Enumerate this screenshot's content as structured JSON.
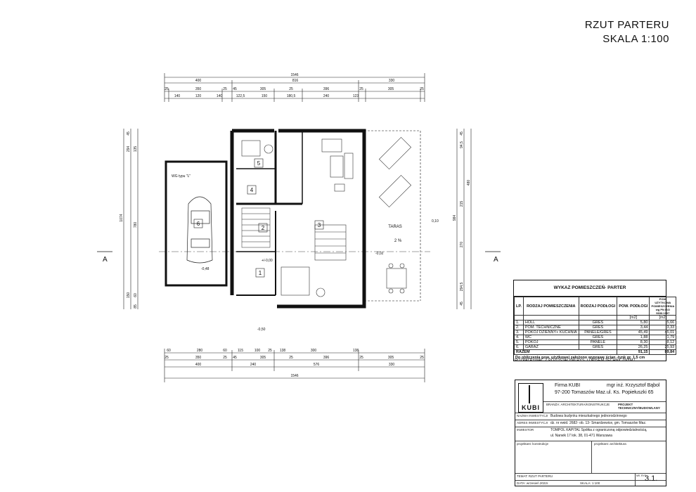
{
  "sheet_title": {
    "line1": "RZUT PARTERU",
    "line2": "SKALA 1:100"
  },
  "section_marker": "A",
  "dims_top": {
    "overall": "1546",
    "row2": [
      "400",
      "816",
      "330"
    ],
    "row3": [
      "25",
      "350",
      "25",
      "45",
      "305",
      "25",
      "396",
      "25",
      "305",
      "25"
    ],
    "row4": [
      "140",
      "120",
      "140",
      "122,5",
      "150",
      "180,5",
      "240",
      "123"
    ]
  },
  "dims_bottom": {
    "row1": [
      "60",
      "280",
      "60",
      "115",
      "100",
      "25",
      "138",
      "300",
      "138"
    ],
    "row2": [
      "25",
      "350",
      "25",
      "45",
      "305",
      "25",
      "396",
      "25",
      "305",
      "25"
    ],
    "row3": [
      "400",
      "240",
      "576",
      "330"
    ],
    "overall": "1546"
  },
  "dims_left": [
    "45",
    "135",
    "294",
    "1074",
    "780",
    "150",
    "60",
    "85"
  ],
  "dims_right": [
    "45",
    "94,5",
    "480",
    "984",
    "215",
    "270",
    "294,5",
    "45"
  ],
  "rooms_plan": {
    "r1": "1",
    "r2": "2",
    "r3": "3",
    "r4": "4",
    "r5": "5",
    "r6": "6",
    "taras": "TARAS",
    "slope": "2 %",
    "wg": "WG typu \"L\"",
    "lvl0": "+/-0,00",
    "lvl1": "-0,50",
    "lvl2": "-0,02",
    "lvl3": "-0,48",
    "lvl4": "0,10"
  },
  "room_table": {
    "caption": "WYKAZ POMIESZCZEŃ- PARTER",
    "headers": [
      "LP.",
      "RODZAJ POMIESZCZENIA",
      "RODZAJ PODŁOGI",
      "POW. PODŁOGI",
      "POW. UŻYTKOWA POMIESZCZENIA wg PN ISO 9836:1997"
    ],
    "units": [
      "[m2]",
      "[m2]"
    ],
    "rows": [
      [
        "1.",
        "HOLL",
        "GRES",
        "5,80",
        "5,66"
      ],
      [
        "2.",
        "POM. TECHNICZNE",
        "GRES",
        "3,44",
        "3,33"
      ],
      [
        "3.",
        "POKÓJ DZIENNY+ KUCHNIA",
        "PANELE/GRES",
        "45,49",
        "45,01"
      ],
      [
        "4.",
        "WC",
        "GRES",
        "1,88",
        "1,79"
      ],
      [
        "5.",
        "POKÓJ",
        "PANELE",
        "8,30",
        "8,12"
      ],
      [
        "6.",
        "GARAŻ",
        "GRES",
        "26,25",
        "25,93"
      ]
    ],
    "total_label": "RAZEM",
    "total_floor": "91,15",
    "total_usable": "89,84",
    "note": "Do obliczenia pow. użytkowej założono wyprawę ścian -tynk gr. 1,5 cm"
  },
  "stamp_note": "ROZPATRYWAĆ Z POZOSTAŁYMI RYS. I OPISEM TECHNICZNYM !",
  "title_card": {
    "firm_line1": "Firma KUBI",
    "firm_line2": "97-200 Tomaszów Maz.",
    "author_line1": "mgr inż. Krzysztof Bąbol",
    "author_line2": "ul. Ks. Popiełuszki 65",
    "logo_text": "KUBI",
    "branch_label": "BRANŻA: ARCHITEKTURA/KONSTRUKCJE",
    "project_label": "PROJEKT TECHNICZNY/BUDOWLANY",
    "inv_name_label": "NAZWA INWESTYCJI",
    "inv_name": "Budowa budynku mieszkalnego jednorodzinnego",
    "inv_addr_label": "ADRES INWESTYCJI",
    "inv_addr": "dz. nr ewid. 2682- ob. 13- Smardzewice, gm. Tomaszów Maz.",
    "investor_label": "INWESTOR",
    "investor_line1": "TOMPOL KAPITAL Spółka z ograniczoną odpowiedzialnością,",
    "investor_line2": "ul. Narwik 17 lok. 38, 01-471 Warszawa",
    "designer_label": "projektant: konstrukcje",
    "designer_arch_label": "projektant: architektura",
    "theme_label": "TEMAT: RZUT PARTERU",
    "date_label": "DATA: wrzesień 2022r.",
    "scale_label": "SKALA: 1:100",
    "sheet_label": "NR. RYS.",
    "sheet_number": "3.1."
  }
}
